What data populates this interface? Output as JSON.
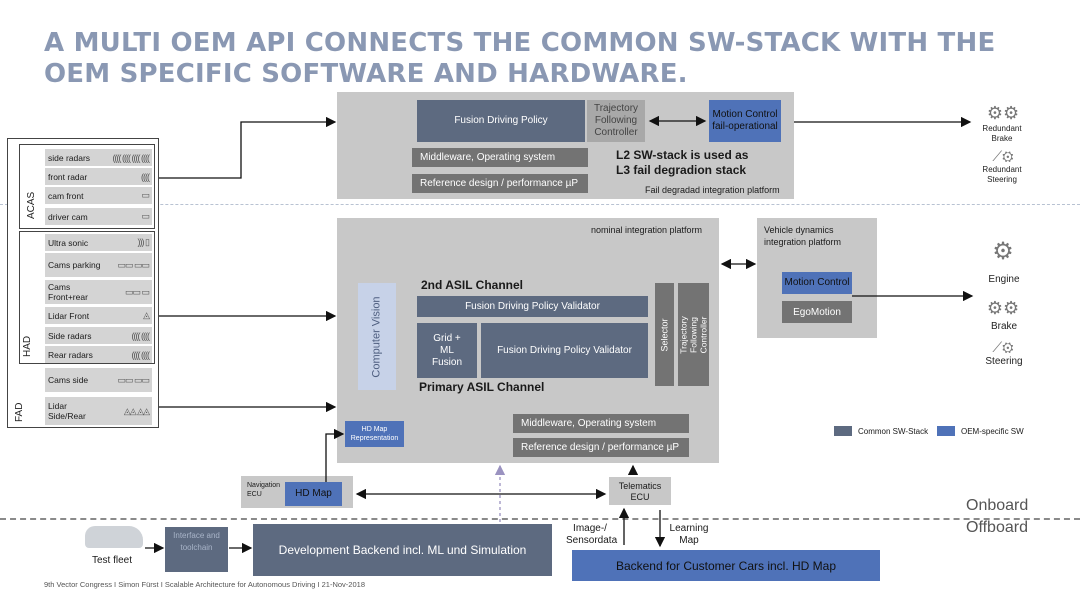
{
  "title": "A MULTI OEM API CONNECTS THE COMMON SW-STACK WITH THE OEM SPECIFIC SOFTWARE AND HARDWARE.",
  "fail_platform": {
    "label": "Fail degradad integration platform",
    "fusion": "Fusion   Driving Policy",
    "trajectory": "Trajectory Following Controller",
    "motion_control": "Motion Control fail-operational",
    "middleware": "Middleware, Operating system",
    "reference": "Reference design / performance µP",
    "note_line1": "L2 SW-stack is used as",
    "note_line2": "L3 fail degradion stack"
  },
  "nominal_platform": {
    "label": "nominal integration platform",
    "second_channel": "2nd  ASIL Channel",
    "second_row": "Fusion   Driving Policy   Validator",
    "primary_channel": "Primary ASIL Channel",
    "grid": "Grid + ML Fusion",
    "primary_row": "Fusion  Driving Policy  Validator",
    "computer_vision": "Computer Vision",
    "selector": "Selector",
    "trajectory": "Trajectory Following Controller",
    "middleware": "Middleware, Operating system",
    "reference": "Reference design / performance µP",
    "hd_map_rep": "HD Map Representation"
  },
  "vehicle_dynamics": {
    "label": "Vehicle dynamics integration platform",
    "motion_control": "Motion Control",
    "egomotion": "EgoMotion"
  },
  "sensors": {
    "group_acas": "ACAS",
    "group_had": "HAD",
    "group_fad": "FAD",
    "items": [
      {
        "label": "side radars",
        "icon": "(((( (((( (((( (((("
      },
      {
        "label": "front radar",
        "icon": "(((("
      },
      {
        "label": "cam front",
        "icon": "▭"
      },
      {
        "label": "driver cam",
        "icon": "▭"
      },
      {
        "label": "Ultra sonic",
        "icon": "))) ▯"
      },
      {
        "label": "Cams parking",
        "icon": "▭▭ ▭▭"
      },
      {
        "label": "Cams Front+rear",
        "icon": "▭▭ ▭"
      },
      {
        "label": "Lidar Front",
        "icon": "◬"
      },
      {
        "label": "Side radars",
        "icon": "(((( (((("
      },
      {
        "label": "Rear radars",
        "icon": "(((( (((("
      },
      {
        "label": "Cams side",
        "icon": "▭▭ ▭▭"
      },
      {
        "label": "Lidar Side/Rear",
        "icon": "◬◬ ◬◬"
      }
    ]
  },
  "actuators_top": {
    "brake": "Redundant Brake",
    "steering": "Redundant Steering"
  },
  "actuators_main": {
    "engine": "Engine",
    "brake": "Brake",
    "steering": "Steering"
  },
  "legend": {
    "common": "Common SW-Stack",
    "oem": "OEM-specific SW",
    "common_color": "#5d6a80",
    "oem_color": "#4f72b8"
  },
  "navigation": {
    "ecu_label": "Navigation ECU",
    "hd_map": "HD Map"
  },
  "telematics": "Telematics ECU",
  "onboard": "Onboard",
  "offboard": "Offboard",
  "image_sensordata": "Image-/ Sensordata",
  "learning_map": "Learning Map",
  "test_fleet": "Test fleet",
  "interface_toolchain": "Interface and toolchain",
  "dev_backend": "Development Backend incl. ML und Simulation",
  "customer_backend": "Backend for Customer Cars incl. HD Map",
  "footer": "9th Vector Congress I Simon Fürst I Scalable Architecture for Autonomous Driving I 21-Nov-2018"
}
